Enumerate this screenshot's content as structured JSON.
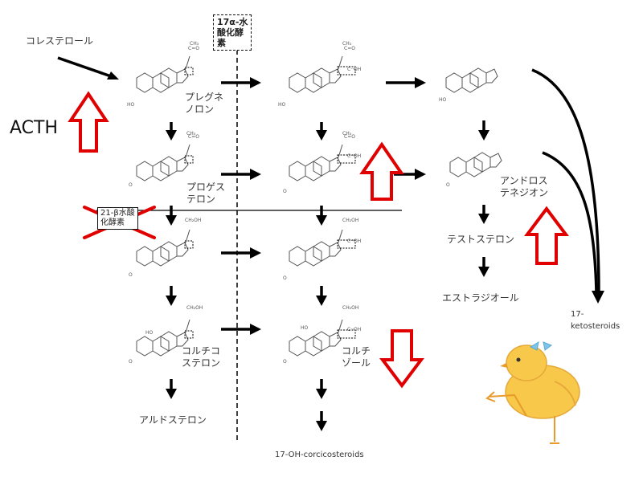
{
  "labels": {
    "cholesterol": "コレステロール",
    "acth": "ACTH",
    "pregnenolone": "プレグネ\nノロン",
    "progesterone": "プロゲス\nテロン",
    "androstenedione": "アンドロス\nテネジオン",
    "testosterone": "テストステロン",
    "estradiol": "エストラジオール",
    "ketosteroids": "17-\nketosteroids",
    "corticosterone": "コルチコ\nステロン",
    "cortisol": "コルチ\nゾール",
    "aldosterone": "アルドステロン",
    "oh_corticosteroids": "17-OH-corcicosteroids"
  },
  "enzymes": {
    "hydroxylase17": "17α-水\n酸化酵\n素",
    "hydroxylase21": "21-β水酸\n化酵素"
  },
  "group_labels": {
    "ch3": "CH₃",
    "co": "C=O",
    "ch2oh": "CH₂OH",
    "coh": "C··OH",
    "ho": "HO",
    "o": "O"
  },
  "colors": {
    "arrow_black": "#000000",
    "arrow_red": "#e00000",
    "chick_fill": "#f7c84a",
    "chick_beak": "#e89a2a",
    "chick_bow": "#7fc4e8"
  },
  "icons": {
    "up_arrow": "hollow-red-up-arrow",
    "down_arrow": "hollow-red-down-arrow",
    "cross": "red-x-mark",
    "chick": "chick-drawing"
  },
  "indicators": {
    "acth": "up",
    "17-hydroxyprogesterone": "up",
    "testosterone": "up",
    "cortisol": "down",
    "21-hydroxylase": "blocked"
  }
}
